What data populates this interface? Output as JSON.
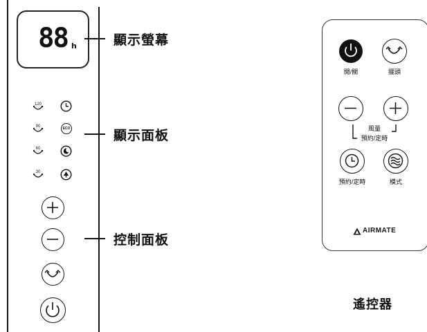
{
  "panel": {
    "display_digits": "88",
    "display_unit": "h",
    "timer_marks": [
      "120",
      "90",
      "60",
      "30"
    ],
    "eco_label": "ECO"
  },
  "callouts": {
    "screen": "顯示螢幕",
    "display_panel": "顯示面板",
    "control_panel": "控制面板"
  },
  "remote": {
    "power_label": "開/關",
    "swing_label": "擺頭",
    "fan_label": "風量",
    "fan_sub_label": "預約/定時",
    "timer_label": "預約/定時",
    "mode_label": "模式",
    "brand": "AIRMATE",
    "caption": "遙控器"
  }
}
